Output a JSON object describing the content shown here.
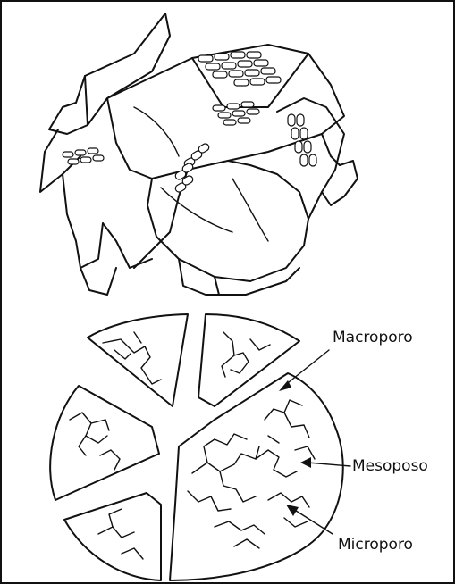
{
  "labels": {
    "macroporo": "Macroporo",
    "mesoporo": "Mesoposo",
    "microporo": "Microporo"
  },
  "colors": {
    "ink": "#111111",
    "background": "#ffffff"
  }
}
